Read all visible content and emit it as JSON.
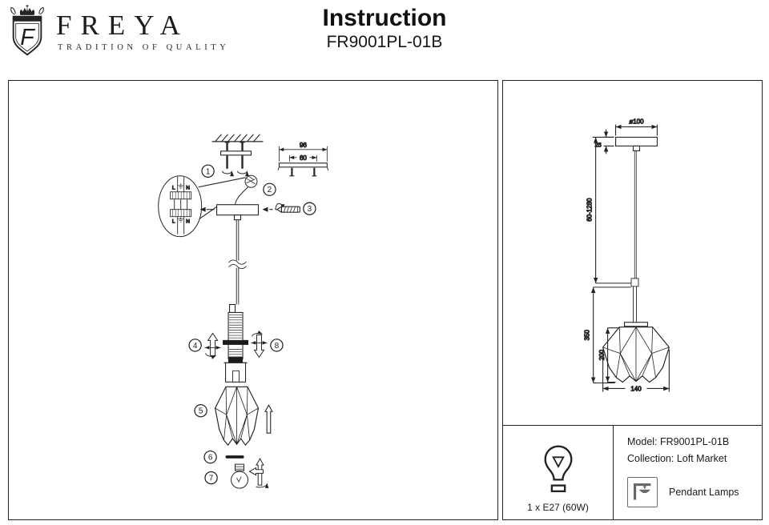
{
  "header": {
    "brand": "FREYA",
    "tagline": "TRADITION OF QUALITY",
    "monogram": "F",
    "title": "Instruction",
    "model": "FR9001PL-01B"
  },
  "assembly": {
    "steps": [
      "1",
      "2",
      "3",
      "4",
      "5",
      "6",
      "7",
      "8"
    ],
    "bracket_width": "96",
    "bracket_inner_width": "60",
    "terminal_live": "L",
    "terminal_neutral": "N"
  },
  "dims": {
    "canopy_diameter": "ø100",
    "canopy_height": "25",
    "suspension_range": "60-1280",
    "body_height": "350",
    "shade_height": "200",
    "shade_diameter": "140"
  },
  "info": {
    "bulb": "1 x E27 (60W)",
    "model_line": "Model: FR9001PL-01B",
    "collection_line": "Collection: Loft Market",
    "category": "Pendant Lamps"
  }
}
